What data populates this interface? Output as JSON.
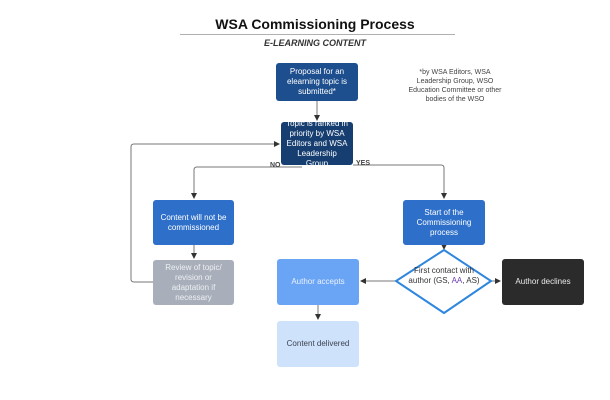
{
  "header": {
    "title": "WSA Commissioning Process",
    "subtitle": "E-LEARNING CONTENT"
  },
  "footnote": "*by WSA Editors, WSA Leadership Group, WSO Education Committee or other bodies of the WSO",
  "nodes": {
    "proposal": "Proposal for an elearning topic is submitted*",
    "ranked": "Topic is ranked in priority by WSA Editors and WSA Leadership Group",
    "not_commissioned": "Content will not be commissioned",
    "review": "Review of topic/ revision or adaptation if necessary",
    "start": "Start of the Commissioning process",
    "first_contact": {
      "prefix": "First contact with author (GS, ",
      "highlight": "AA",
      "suffix": ", AS)"
    },
    "accepts": "Author accepts",
    "declines": "Author declines",
    "delivered": "Content delivered"
  },
  "edges": {
    "no_label": "NO",
    "yes_label": "YES"
  },
  "colors": {
    "proposal": "#1d4e8d",
    "ranked": "#163e70",
    "blue": "#2e6fc9",
    "gray": "#a8afba",
    "accepts": "#6aa4f5",
    "delivered": "#cfe2fb",
    "declines": "#2b2b2b",
    "diamond_stroke": "#2e86de",
    "aa_highlight": "#6a3fb0"
  }
}
